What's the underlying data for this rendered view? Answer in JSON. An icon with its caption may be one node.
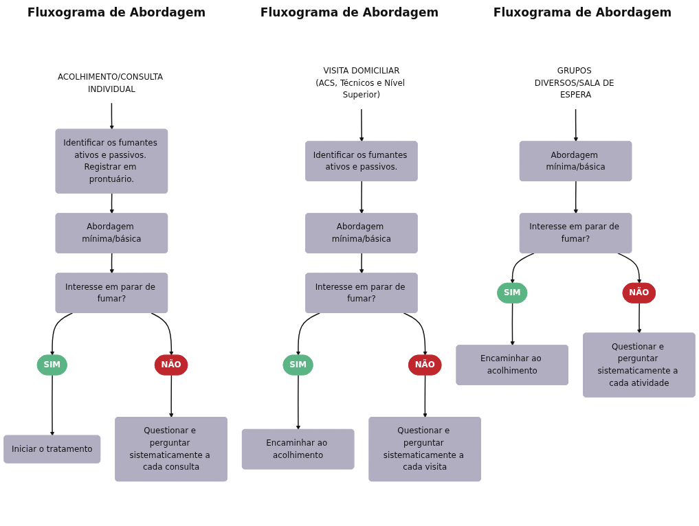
{
  "diagram": {
    "nodes": [
      {
        "text": [
          "ACOLHIMENTO/CONSULTA INDIVIDUAL"
        ]
      },
      {
        "text": [
          "Identificar os fumantes ativos e passivos. Registrar em prontuário."
        ]
      },
      {
        "text": [
          "Abordagem mínima/básica"
        ]
      },
      {
        "text": [
          "Interesse em parar de fumar?"
        ]
      },
      {
        "text": [
          "SIM"
        ]
      },
      {
        "text": [
          "NÃO"
        ]
      },
      {
        "text": [
          "Iniciar o tratamento"
        ]
      },
      {
        "text": [
          "Questionar e perguntar sistematicamente a cada consulta"
        ]
      },
      {
        "text": [
          "VISITA DOMICILIAR",
          "(ACS, Técnicos e Nível Superior)"
        ]
      },
      {
        "text": [
          "Identificar os fumantes ativos e passivos."
        ]
      },
      {
        "text": [
          "Abordagem mínima/básica"
        ]
      },
      {
        "text": [
          "Interesse em parar de fumar?"
        ]
      },
      {
        "text": [
          "SIM"
        ]
      },
      {
        "text": [
          "NÃO"
        ]
      },
      {
        "text": [
          "Encaminhar ao acolhimento"
        ]
      },
      {
        "text": [
          "Questionar e perguntar sistematicamente a cada visita"
        ]
      },
      {
        "text": [
          "GRUPOS DIVERSOS/SALA DE ESPERA"
        ]
      },
      {
        "text": [
          "Abordagem mínima/básica"
        ]
      },
      {
        "text": [
          "Interesse em parar de fumar?"
        ]
      },
      {
        "text": [
          "SIM"
        ]
      },
      {
        "text": [
          "NÃO"
        ]
      },
      {
        "text": [
          "Encaminhar ao acolhimento"
        ]
      },
      {
        "text": [
          "Questionar e perguntar sistematicamente a cada atividade"
        ]
      }
    ],
    "edges": [
      {
        "from": 0,
        "to": 1,
        "arrow": "to"
      },
      {
        "from": 1,
        "to": 2,
        "arrow": "to"
      },
      {
        "from": 2,
        "to": 3,
        "arrow": "to"
      },
      {
        "from": 3,
        "to": 4,
        "arrow": "to"
      },
      {
        "from": 3,
        "to": 5,
        "arrow": "to"
      },
      {
        "from": 4,
        "to": 6,
        "arrow": "to"
      },
      {
        "from": 5,
        "to": 7,
        "arrow": "to"
      },
      {
        "from": 8,
        "to": 9,
        "arrow": "to"
      },
      {
        "from": 9,
        "to": 10,
        "arrow": "to"
      },
      {
        "from": 10,
        "to": 11,
        "arrow": "to"
      },
      {
        "from": 11,
        "to": 12,
        "arrow": "to"
      },
      {
        "from": 11,
        "to": 13,
        "arrow": "to"
      },
      {
        "from": 12,
        "to": 14,
        "arrow": "to"
      },
      {
        "from": 13,
        "to": 15,
        "arrow": "to"
      },
      {
        "from": 16,
        "to": 17,
        "arrow": "to"
      },
      {
        "from": 17,
        "to": 18,
        "arrow": "to"
      },
      {
        "from": 18,
        "to": 19,
        "arrow": "to"
      },
      {
        "from": 18,
        "to": 20,
        "arrow": "to"
      },
      {
        "from": 19,
        "to": 21,
        "arrow": "to"
      },
      {
        "from": 20,
        "to": 22,
        "arrow": "to"
      }
    ],
    "labels": [
      "Fluxograma de Abordagem",
      "Fluxograma de Abordagem",
      "Fluxograma de Abordagem"
    ]
  }
}
